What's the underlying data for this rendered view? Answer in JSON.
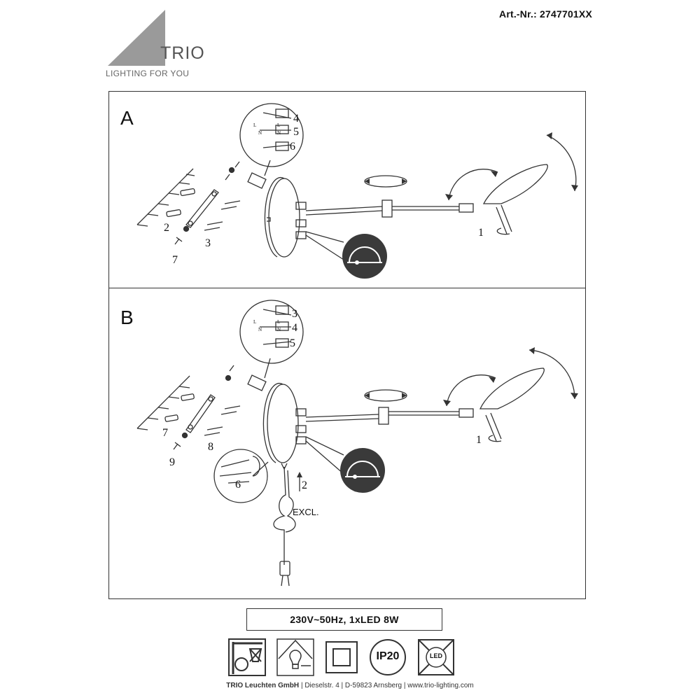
{
  "header": {
    "article_number": "Art.-Nr.: 2747701XX",
    "brand_name": "TRIO",
    "brand_tagline": "LIGHTING FOR YOU"
  },
  "panel_a": {
    "letter": "A",
    "labels": [
      "1",
      "2",
      "3",
      "4",
      "5",
      "6",
      "7"
    ],
    "connector_marks": [
      "L",
      "N",
      "L",
      "N"
    ]
  },
  "panel_b": {
    "letter": "B",
    "labels": [
      "1",
      "2",
      "3",
      "4",
      "5",
      "6",
      "7",
      "8",
      "9"
    ],
    "excl_label": "EXCL.",
    "connector_marks": [
      "L",
      "N",
      "L",
      "N"
    ]
  },
  "spec": "230V~50Hz, 1xLED  8W",
  "icons": {
    "ip_rating": "IP20",
    "led_label": "LED"
  },
  "footer": {
    "company": "TRIO Leuchten GmbH",
    "address": "|  Dieselstr. 4  |  D-59823 Arnsberg  |  www.trio-lighting.com"
  },
  "colors": {
    "ink": "#333333",
    "logo_gray": "#999999",
    "badge_dark": "#3a3a3a"
  }
}
